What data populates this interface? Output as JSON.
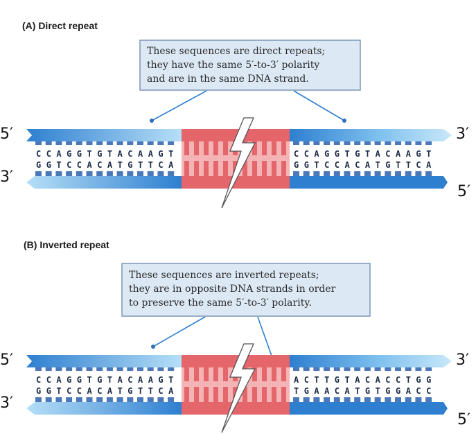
{
  "panels": [
    {
      "id": "direct",
      "label": "(A) Direct repeat",
      "callout": [
        "These sequences are direct repeats;",
        "they have the same 5′-to-3′ polarity",
        "and are in the same DNA strand."
      ],
      "end_labels": {
        "top_left": "5′",
        "bottom_left": "3′",
        "top_right": "3′",
        "bottom_right": "5′"
      },
      "left_repeat": {
        "top": "CCAGGTGTACAAGT",
        "bottom": "GGTCCACATGTTCA"
      },
      "right_repeat": {
        "top": "CCAGGTGTACAAGT",
        "bottom": "GGTCCACATGTTCA"
      }
    },
    {
      "id": "inverted",
      "label": "(B) Inverted repeat",
      "callout": [
        "These sequences are inverted repeats;",
        "they are in opposite DNA strands in order",
        "to preserve the same 5′-to-3′ polarity."
      ],
      "end_labels": {
        "top_left": "5′",
        "bottom_left": "3′",
        "top_right": "3′",
        "bottom_right": "5′"
      },
      "left_repeat": {
        "top": "CCAGGTGTACAAGT",
        "bottom": "GGTCCACATGTTCA"
      },
      "right_repeat": {
        "top": "ACTTGTACACCTGG",
        "bottom": "TGAACATGTGGACC"
      }
    }
  ],
  "colors": {
    "backbone_blue": "#2e7fd0",
    "backbone_light": "#9fd0f2",
    "rung_blue": "#4a78b8",
    "middle_red": "#e4666b",
    "middle_pink": "#f4b3b4",
    "callout_fill": "#dce9f5",
    "callout_border": "#7c96b5"
  }
}
